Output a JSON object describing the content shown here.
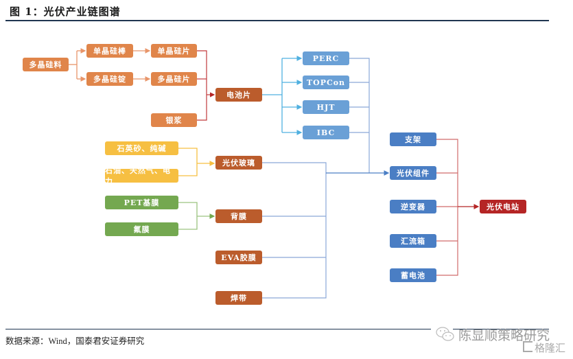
{
  "header": {
    "title": "图 1：光伏产业链图谱"
  },
  "footer": {
    "source": "数据来源：Wind，国泰君安证券研究"
  },
  "watermark": {
    "main": "陈显顺策略研究",
    "sub": "格隆汇",
    "icon": "wechat-icon"
  },
  "colors": {
    "raw_material": "#e0854a",
    "component": "#bb5c2c",
    "cell_tech": "#6aa0d6",
    "system_part": "#4a7ec4",
    "glass_input": "#f6bf42",
    "backsheet_input": "#74a850",
    "power_station": "#b52525"
  },
  "nodes": {
    "poly_material": "多晶硅料",
    "mono_rod": "单晶硅棒",
    "poly_ingot": "多晶硅锭",
    "mono_wafer": "单晶硅片",
    "poly_wafer": "多晶硅片",
    "silver_paste": "银浆",
    "cell": "电池片",
    "perc": "PERC",
    "topcon": "TOPCon",
    "hjt": "HJT",
    "ibc": "IBC",
    "quartz_soda": "石英砂、纯碱",
    "oil_gas_power": "石油、天然气、电力",
    "pet_film": "PET基膜",
    "fluoro_film": "氟膜",
    "pv_glass": "光伏玻璃",
    "backsheet": "背膜",
    "eva_film": "EVA胶膜",
    "ribbon": "焊带",
    "bracket": "支架",
    "pv_module": "光伏组件",
    "inverter": "逆变器",
    "combiner_box": "汇流箱",
    "battery": "蓄电池",
    "pv_station": "光伏电站"
  }
}
